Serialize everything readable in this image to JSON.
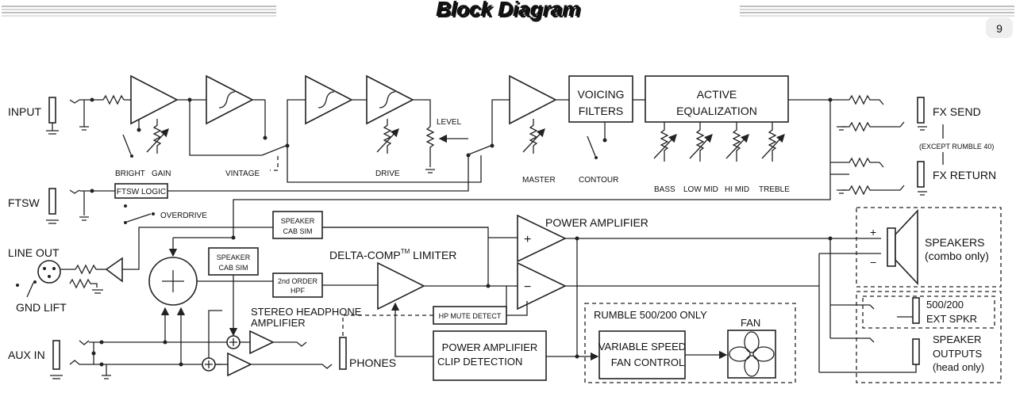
{
  "header": {
    "title": "Block Diagram",
    "page_number": "9"
  },
  "labels": {
    "input": "INPUT",
    "ftsw": "FTSW",
    "line_out": "LINE OUT",
    "gnd_lift": "GND LIFT",
    "aux_in": "AUX IN",
    "bright": "BRIGHT",
    "gain": "GAIN",
    "vintage": "VINTAGE",
    "drive": "DRIVE",
    "level": "LEVEL",
    "master": "MASTER",
    "contour": "CONTOUR",
    "ftsw_logic": "FTSW LOGIC",
    "overdrive": "OVERDRIVE",
    "voicing_1": "VOICING",
    "voicing_2": "FILTERS",
    "eq_1": "ACTIVE",
    "eq_2": "EQUALIZATION",
    "bass": "BASS",
    "low_mid": "LOW MID",
    "hi_mid": "HI MID",
    "treble": "TREBLE",
    "fx_send": "FX SEND",
    "fx_return": "FX RETURN",
    "except_rumble": "(EXCEPT RUMBLE 40)",
    "cab_sim_top_1": "SPEAKER",
    "cab_sim_top_2": "CAB SIM",
    "cab_sim_left_1": "SPEAKER",
    "cab_sim_left_2": "CAB SIM",
    "hpf_1": "2nd ORDER",
    "hpf_2": "HPF",
    "delta_comp": "DELTA-COMP",
    "tm": "TM",
    "limiter": " LIMITER",
    "power_amp": "POWER AMPLIFIER",
    "stereo_hp_1": "STEREO HEADPHONE",
    "stereo_hp_2": "AMPLIFIER",
    "phones": "PHONES",
    "hp_mute": "HP MUTE DETECT",
    "clip_1": "POWER AMPLIFIER",
    "clip_2": "CLIP DETECTION",
    "rumble_only": "RUMBLE 500/200 ONLY",
    "fan": "FAN",
    "fan_ctrl_1": "VARIABLE SPEED",
    "fan_ctrl_2": "FAN CONTROL",
    "speakers_1": "SPEAKERS",
    "speakers_2": "(combo only)",
    "ext_spkr_1": "500/200",
    "ext_spkr_2": "EXT SPKR",
    "spk_out_1": "SPEAKER",
    "spk_out_2": "OUTPUTS",
    "spk_out_3": "(head only)",
    "plus": "+",
    "minus": "−"
  }
}
